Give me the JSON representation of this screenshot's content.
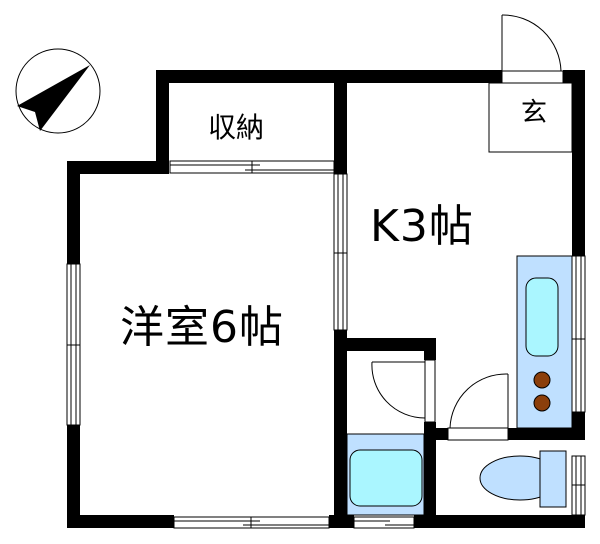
{
  "floor_plan": {
    "rooms": {
      "western_room": {
        "label": "洋室6帖",
        "type": "Western-style room",
        "size_jo": 6
      },
      "kitchen": {
        "label": "K3帖",
        "type": "Kitchen",
        "size_jo": 3
      },
      "storage": {
        "label": "収納",
        "type": "Storage"
      },
      "entrance": {
        "label": "玄",
        "type": "Entrance"
      },
      "bathroom": {
        "label": "",
        "type": "Bathroom with bathtub"
      },
      "toilet": {
        "label": "",
        "type": "Toilet"
      },
      "washroom": {
        "label": "",
        "type": "Vestibule"
      }
    },
    "compass": {
      "icon": "north-arrow-icon",
      "direction": "northeast"
    },
    "colors": {
      "wall": "#000000",
      "fixture_fill": "#bfe0ff",
      "basin_fill": "#aaf6ff",
      "stove_burner": "#8b3f0b",
      "background": "#ffffff"
    }
  }
}
